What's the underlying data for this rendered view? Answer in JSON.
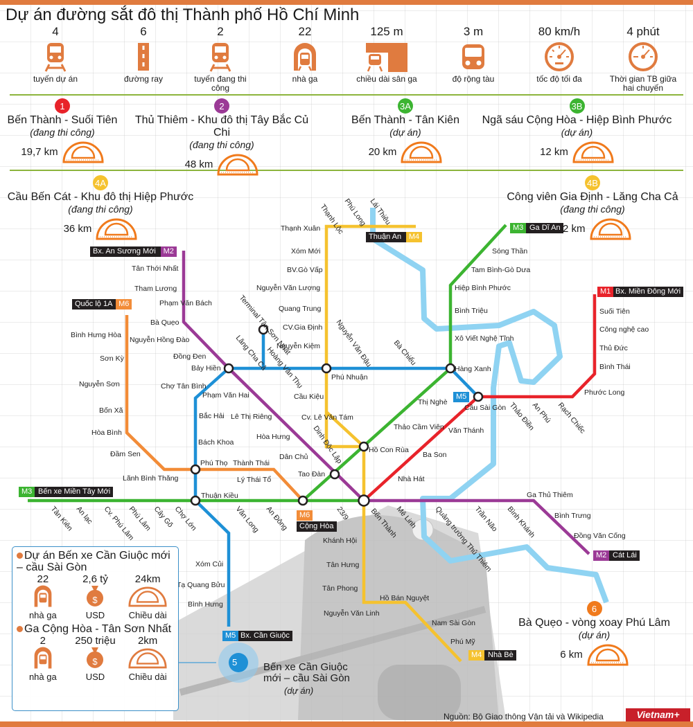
{
  "title": "Dự án đường sắt đô thị Thành phố Hồ Chí Minh",
  "stats": [
    {
      "value": "4",
      "label": "tuyến dự án",
      "icon": "train-icon"
    },
    {
      "value": "6",
      "label": "đường ray",
      "icon": "rail-track-icon"
    },
    {
      "value": "2",
      "label": "tuyến đang thi công",
      "icon": "train-icon"
    },
    {
      "value": "22",
      "label": "nhà ga",
      "icon": "station-tunnel-icon"
    },
    {
      "value": "125 m",
      "label": "chiều dài sân ga",
      "icon": "platform-icon"
    },
    {
      "value": "3 m",
      "label": "độ rộng tàu",
      "icon": "train-front-icon"
    },
    {
      "value": "80 km/h",
      "label": "tốc độ tối đa",
      "icon": "speedometer-icon"
    },
    {
      "value": "4 phút",
      "label": "Thời gian TB giữa hai chuyến",
      "icon": "gauge-icon"
    }
  ],
  "lines": [
    {
      "id": "1",
      "name": "Bến Thành - Suối Tiên",
      "status": "(đang thi công)",
      "length": "19,7 km",
      "color": "#e8232a"
    },
    {
      "id": "2",
      "name": "Thủ Thiêm - Khu đô thị Tây Bắc Củ Chi",
      "status": "(đang thi công)",
      "length": "48 km",
      "color": "#9b3a96"
    },
    {
      "id": "3A",
      "name": "Bến Thành - Tân Kiên",
      "status": "(dự án)",
      "length": "20 km",
      "color": "#3cb431"
    },
    {
      "id": "3B",
      "name": "Ngã sáu Cộng Hòa - Hiệp Bình Phước",
      "status": "(dự án)",
      "length": "12 km",
      "color": "#3cb431"
    },
    {
      "id": "4A",
      "name": "Cầu Bến Cát - Khu đô thị Hiệp Phước",
      "status": "(đang thi công)",
      "length": "36 km",
      "color": "#f5c22f"
    },
    {
      "id": "4B",
      "name": "Công viên Gia Định - Lăng Cha Cả",
      "status": "(đang thi công)",
      "length": "5,2 km",
      "color": "#f5c22f"
    },
    {
      "id": "6",
      "name": "Bà Quẹo - vòng xoay Phú Lâm",
      "status": "(dự án)",
      "length": "6 km",
      "color": "#e07b3f"
    },
    {
      "id": "5",
      "name": "Bến xe Cần Giuộc mới – cầu Sài Gòn",
      "status": "(dự án)",
      "color": "#1e90d6"
    }
  ],
  "terminals": {
    "m1": {
      "code": "M1",
      "name": "Bx. Miền Đông Mới"
    },
    "m2a": {
      "code": "M2",
      "name": "Bx. An Sương Mới"
    },
    "m2b": {
      "code": "M2",
      "name": "Cát Lái"
    },
    "m3a": {
      "code": "M3",
      "name": "Ga Dĩ An"
    },
    "m3b": {
      "code": "M3",
      "name": "Bến xe Miền Tây Mới"
    },
    "m4a": {
      "code": "M4",
      "name": "Thuận An"
    },
    "m4b": {
      "code": "M4",
      "name": "Nhà Bè"
    },
    "m5a": {
      "code": "M5",
      "name": "Bx. Cần Giuộc"
    },
    "m5b": {
      "code": "M5"
    },
    "m6a": {
      "code": "M6",
      "name": "Quốc lộ 1A"
    },
    "m6b": {
      "code": "M6",
      "name": "Cộng Hòa"
    }
  },
  "stations": {
    "m1": [
      "Suối Tiên",
      "Công nghệ cao",
      "Thủ Đức",
      "Bình Thái",
      "Phước Long",
      "Rạch Chiếc",
      "An Phú",
      "Thảo Điền",
      "Cầu Sài Gòn",
      "Văn Thánh",
      "Ba Son",
      "Nhà Hát",
      "Bến Thành"
    ],
    "m2": [
      "Tân Thới Nhất",
      "Tham Lương",
      "Phạm Văn Bách",
      "Bà Quẹo",
      "Nguyễn Hồng Đào",
      "Đồng Đen",
      "Bảy Hiền",
      "Phạm Văn Hai",
      "Lê Thị Riêng",
      "Hòa Hưng",
      "Dân Chủ",
      "Tao Đàn",
      "Bến Thành",
      "Mê Linh",
      "Quảng trường Thủ Thiêm",
      "Trần Não",
      "Bình Khánh",
      "Ga Thủ Thiêm",
      "Bình Trưng",
      "Đồng Văn Cống"
    ],
    "m3": [
      "Sóng Thần",
      "Tam Bình-Gò Dưa",
      "Hiệp Bình Phước",
      "Bình Triệu",
      "Xô Viết Nghệ Tĩnh",
      "Hàng Xanh",
      "Thị Nghè",
      "Thảo Cầm Viên",
      "Hồ Con Rùa",
      "Dinh Độc Lập",
      "23/9",
      "Tân Kiên",
      "An lạc",
      "Cv. Phú Lâm",
      "Phú Lâm",
      "Cây Gõ",
      "Chợ Lớn",
      "Thuận Kiều",
      "Văn Long",
      "An Đông"
    ],
    "m4": [
      "Thạnh Lộc",
      "Phú Long",
      "Lái Thiêu",
      "Thạnh Xuân",
      "Xóm Mới",
      "BV.Gò Vấp",
      "Nguyễn Văn Lượng",
      "Quang Trung",
      "CV.Gia Định",
      "Nguyễn Kiệm",
      "Phú Nhuận",
      "Cầu Kiệu",
      "Cv. Lê Văn Tám",
      "Khánh Hội",
      "Tân Hưng",
      "Tân Phong",
      "Nguyễn Văn Linh",
      "Hồ Bán Nguyệt",
      "Nam Sài Gòn",
      "Phú Mỹ",
      "Terminal Tân Sơn Nhất",
      "Lăng Cha Cả",
      "Hoàng Văn Thụ",
      "Nguyễn Văn Đậu",
      "Bà Chiểu"
    ],
    "m5": [
      "Xóm Củi",
      "Tạ Quang Bửu",
      "Bình Hưng",
      "Chợ Tân Bình",
      "Bắc Hải",
      "Bách Khoa",
      "Phú Thọ"
    ],
    "m6": [
      "Bình Hưng Hòa",
      "Sơn Kỳ",
      "Nguyễn Sơn",
      "Bốn Xã",
      "Hòa Bình",
      "Đầm Sen",
      "Lãnh Bình Thăng",
      "Thành Thái",
      "Lý Thái Tổ"
    ]
  },
  "infobox": {
    "sections": [
      {
        "title": "Dự án Bến xe Cần Giuộc mới – cầu Sài Gòn",
        "stations": "22",
        "cost": "2,6 tỷ",
        "length": "24km",
        "labels": [
          "nhà ga",
          "USD",
          "Chiều dài"
        ]
      },
      {
        "title": "Ga Cộng Hòa - Tân Sơn Nhất",
        "stations": "2",
        "cost": "250 triệu",
        "length": "2km",
        "labels": [
          "nhà ga",
          "USD",
          "Chiều dài"
        ]
      }
    ]
  },
  "footer": {
    "source": "Nguồn: Bộ Giao thông Vận tải và Wikipedia",
    "logo": "Vietnam+"
  },
  "colors": {
    "accent": "#e07b3f",
    "m1": "#e8232a",
    "m2": "#9b3a96",
    "m3": "#3cb431",
    "m4": "#f5c22f",
    "m5": "#1e90d6",
    "m6": "#f28c38",
    "river": "#8fd3f2",
    "divider": "#8cb43c"
  }
}
